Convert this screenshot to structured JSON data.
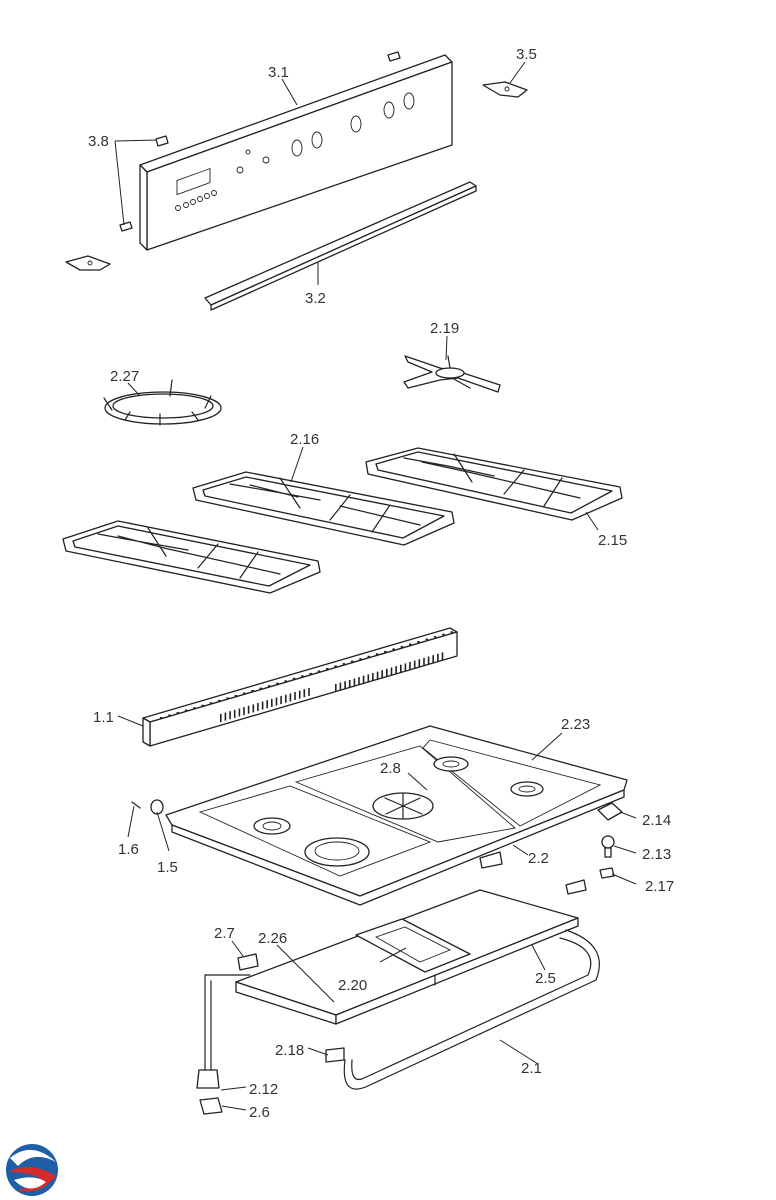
{
  "labels": {
    "l_3_1": "3.1",
    "l_3_5": "3.5",
    "l_3_8": "3.8",
    "l_3_2": "3.2",
    "l_2_19": "2.19",
    "l_2_27": "2.27",
    "l_2_16": "2.16",
    "l_2_15": "2.15",
    "l_1_1": "1.1",
    "l_2_23": "2.23",
    "l_2_8": "2.8",
    "l_1_6": "1.6",
    "l_1_5": "1.5",
    "l_2_2": "2.2",
    "l_2_14": "2.14",
    "l_2_13": "2.13",
    "l_2_17": "2.17",
    "l_2_7": "2.7",
    "l_2_26": "2.26",
    "l_2_20": "2.20",
    "l_2_5": "2.5",
    "l_2_18": "2.18",
    "l_2_1": "2.1",
    "l_2_12": "2.12",
    "l_2_6": "2.6"
  },
  "colors": {
    "line": "#222222",
    "label": "#333333",
    "logo_blue": "#1f5fa8",
    "logo_red": "#d42b2b"
  },
  "icons": {
    "logo": "brand-swirl-logo"
  }
}
